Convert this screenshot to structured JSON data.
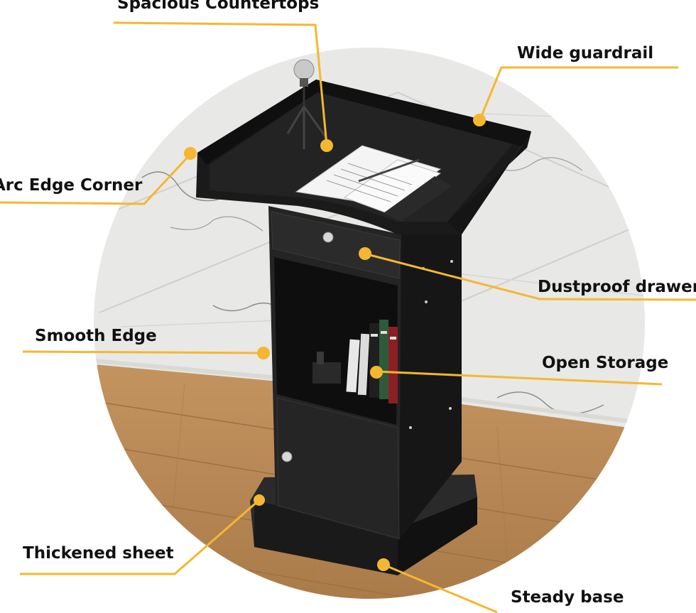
{
  "callouts": {
    "spacious_countertops": "Spacious Countertops",
    "wide_guardrail": "Wide guardrail",
    "arc_edge_corner": "Arc Edge Corner",
    "dustproof_drawer": "Dustproof drawer",
    "smooth_edge": "Smooth Edge",
    "open_storage": "Open Storage",
    "thickened_sheet": "Thickened sheet",
    "steady_base": "Steady base"
  },
  "colors": {
    "accent": "#f5b731",
    "podium": "#1e1e1e",
    "floor": "#b88a55",
    "wall": "#e9e9e7"
  }
}
